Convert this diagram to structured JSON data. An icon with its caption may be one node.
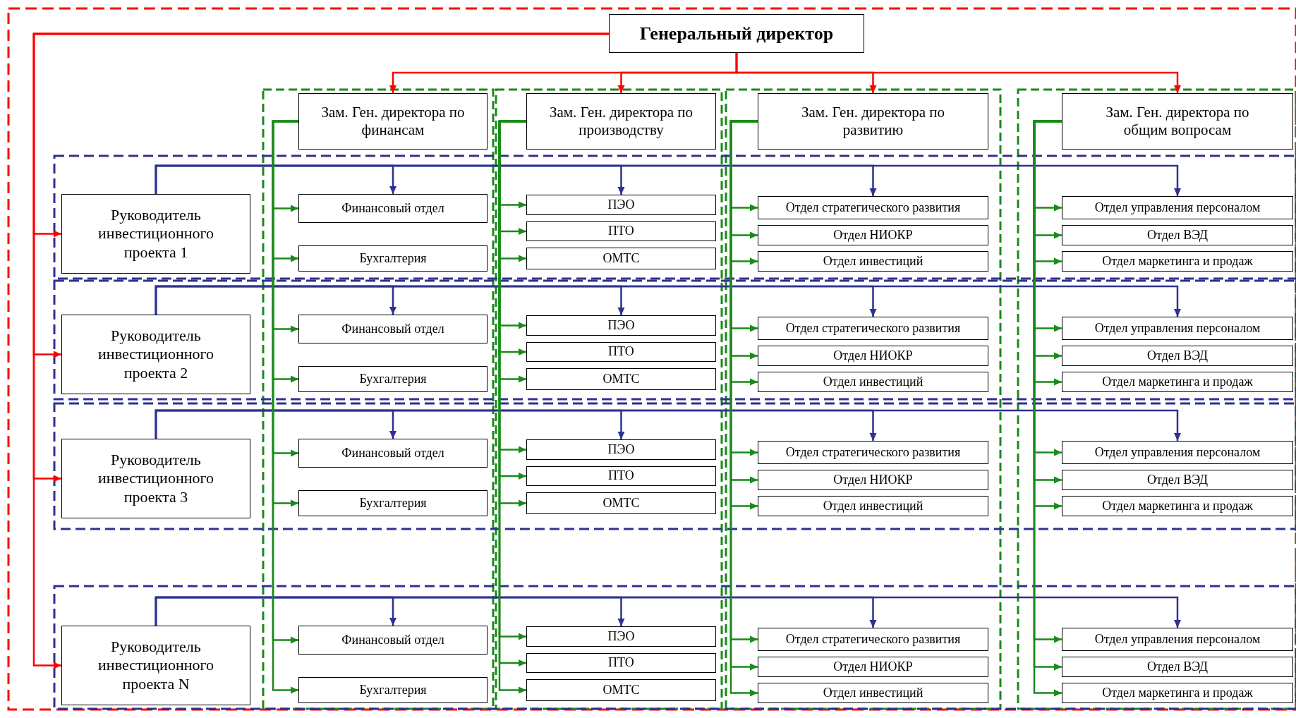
{
  "diagram": {
    "nodes": [
      {
        "text": [
          "Генеральный директор"
        ]
      },
      {
        "text": [
          "Зам. Ген. директора по финансам"
        ]
      },
      {
        "text": [
          "Зам. Ген. директора по производству"
        ]
      },
      {
        "text": [
          "Зам. Ген. директора по развитию"
        ]
      },
      {
        "text": [
          "Зам. Ген. директора по общим вопросам"
        ]
      },
      {
        "text": [
          "Руководитель инвестиционного проекта 1"
        ]
      },
      {
        "text": [
          "Финансовый отдел"
        ]
      },
      {
        "text": [
          "Бухгалтерия"
        ]
      },
      {
        "text": [
          "ПЭО"
        ]
      },
      {
        "text": [
          "ПТО"
        ]
      },
      {
        "text": [
          "ОМТС"
        ]
      },
      {
        "text": [
          "Отдел стратегического развития"
        ]
      },
      {
        "text": [
          "Отдел НИОКР"
        ]
      },
      {
        "text": [
          "Отдел инвестиций"
        ]
      },
      {
        "text": [
          "Отдел управления персоналом"
        ]
      },
      {
        "text": [
          "Отдел ВЭД"
        ]
      },
      {
        "text": [
          "Отдел маркетинга и продаж"
        ]
      },
      {
        "text": [
          "Руководитель инвестиционного проекта 2"
        ]
      },
      {
        "text": [
          "Финансовый отдел"
        ]
      },
      {
        "text": [
          "Бухгалтерия"
        ]
      },
      {
        "text": [
          "ПЭО"
        ]
      },
      {
        "text": [
          "ПТО"
        ]
      },
      {
        "text": [
          "ОМТС"
        ]
      },
      {
        "text": [
          "Отдел стратегического развития"
        ]
      },
      {
        "text": [
          "Отдел НИОКР"
        ]
      },
      {
        "text": [
          "Отдел инвестиций"
        ]
      },
      {
        "text": [
          "Отдел управления персоналом"
        ]
      },
      {
        "text": [
          "Отдел ВЭД"
        ]
      },
      {
        "text": [
          "Отдел маркетинга и продаж"
        ]
      },
      {
        "text": [
          "Руководитель инвестиционного проекта 3"
        ]
      },
      {
        "text": [
          "Финансовый отдел"
        ]
      },
      {
        "text": [
          "Бухгалтерия"
        ]
      },
      {
        "text": [
          "ПЭО"
        ]
      },
      {
        "text": [
          "ПТО"
        ]
      },
      {
        "text": [
          "ОМТС"
        ]
      },
      {
        "text": [
          "Отдел стратегического развития"
        ]
      },
      {
        "text": [
          "Отдел НИОКР"
        ]
      },
      {
        "text": [
          "Отдел инвестиций"
        ]
      },
      {
        "text": [
          "Отдел управления персоналом"
        ]
      },
      {
        "text": [
          "Отдел ВЭД"
        ]
      },
      {
        "text": [
          "Отдел маркетинга и продаж"
        ]
      },
      {
        "text": [
          "Руководитель инвестиционного проекта N"
        ]
      },
      {
        "text": [
          "Финансовый отдел"
        ]
      },
      {
        "text": [
          "Бухгалтерия"
        ]
      },
      {
        "text": [
          "ПЭО"
        ]
      },
      {
        "text": [
          "ПТО"
        ]
      },
      {
        "text": [
          "ОМТС"
        ]
      },
      {
        "text": [
          "Отдел стратегического развития"
        ]
      },
      {
        "text": [
          "Отдел НИОКР"
        ]
      },
      {
        "text": [
          "Отдел инвестиций"
        ]
      },
      {
        "text": [
          "Отдел управления персоналом"
        ]
      },
      {
        "text": [
          "Отдел ВЭД"
        ]
      },
      {
        "text": [
          "Отдел маркетинга и продаж"
        ]
      }
    ],
    "edges": [
      {
        "from": 0,
        "to": 1,
        "arrow": "to",
        "color": "#ff0000"
      },
      {
        "from": 0,
        "to": 2,
        "arrow": "to",
        "color": "#ff0000"
      },
      {
        "from": 0,
        "to": 3,
        "arrow": "to",
        "color": "#ff0000"
      },
      {
        "from": 0,
        "to": 4,
        "arrow": "to",
        "color": "#ff0000"
      },
      {
        "from": 0,
        "to": 5,
        "arrow": "to",
        "color": "#ff0000"
      },
      {
        "from": 0,
        "to": 17,
        "arrow": "to",
        "color": "#ff0000"
      },
      {
        "from": 0,
        "to": 29,
        "arrow": "to",
        "color": "#ff0000"
      },
      {
        "from": 0,
        "to": 41,
        "arrow": "to",
        "color": "#ff0000"
      },
      {
        "from": 5,
        "to": 6,
        "arrow": "to",
        "color": "#2e3192"
      },
      {
        "from": 5,
        "to": 8,
        "arrow": "to",
        "color": "#2e3192"
      },
      {
        "from": 5,
        "to": 11,
        "arrow": "to",
        "color": "#2e3192"
      },
      {
        "from": 5,
        "to": 14,
        "arrow": "to",
        "color": "#2e3192"
      },
      {
        "from": 17,
        "to": 18,
        "arrow": "to",
        "color": "#2e3192"
      },
      {
        "from": 17,
        "to": 20,
        "arrow": "to",
        "color": "#2e3192"
      },
      {
        "from": 17,
        "to": 23,
        "arrow": "to",
        "color": "#2e3192"
      },
      {
        "from": 17,
        "to": 26,
        "arrow": "to",
        "color": "#2e3192"
      },
      {
        "from": 29,
        "to": 30,
        "arrow": "to",
        "color": "#2e3192"
      },
      {
        "from": 29,
        "to": 32,
        "arrow": "to",
        "color": "#2e3192"
      },
      {
        "from": 29,
        "to": 35,
        "arrow": "to",
        "color": "#2e3192"
      },
      {
        "from": 29,
        "to": 38,
        "arrow": "to",
        "color": "#2e3192"
      },
      {
        "from": 41,
        "to": 42,
        "arrow": "to",
        "color": "#2e3192"
      },
      {
        "from": 41,
        "to": 44,
        "arrow": "to",
        "color": "#2e3192"
      },
      {
        "from": 41,
        "to": 47,
        "arrow": "to",
        "color": "#2e3192"
      },
      {
        "from": 41,
        "to": 50,
        "arrow": "to",
        "color": "#2e3192"
      },
      {
        "from": 1,
        "to": 6,
        "arrow": "to"
      },
      {
        "from": 1,
        "to": 7,
        "arrow": "to"
      },
      {
        "from": 1,
        "to": 18,
        "arrow": "to"
      },
      {
        "from": 1,
        "to": 19,
        "arrow": "to"
      },
      {
        "from": 1,
        "to": 30,
        "arrow": "to"
      },
      {
        "from": 1,
        "to": 31,
        "arrow": "to"
      },
      {
        "from": 1,
        "to": 42,
        "arrow": "to"
      },
      {
        "from": 1,
        "to": 43,
        "arrow": "to"
      },
      {
        "from": 2,
        "to": 8,
        "arrow": "to"
      },
      {
        "from": 2,
        "to": 9,
        "arrow": "to"
      },
      {
        "from": 2,
        "to": 10,
        "arrow": "to"
      },
      {
        "from": 2,
        "to": 20,
        "arrow": "to"
      },
      {
        "from": 2,
        "to": 21,
        "arrow": "to"
      },
      {
        "from": 2,
        "to": 22,
        "arrow": "to"
      },
      {
        "from": 2,
        "to": 32,
        "arrow": "to"
      },
      {
        "from": 2,
        "to": 33,
        "arrow": "to"
      },
      {
        "from": 2,
        "to": 34,
        "arrow": "to"
      },
      {
        "from": 2,
        "to": 44,
        "arrow": "to"
      },
      {
        "from": 2,
        "to": 45,
        "arrow": "to"
      },
      {
        "from": 2,
        "to": 46,
        "arrow": "to"
      },
      {
        "from": 3,
        "to": 11,
        "arrow": "to"
      },
      {
        "from": 3,
        "to": 12,
        "arrow": "to"
      },
      {
        "from": 3,
        "to": 13,
        "arrow": "to"
      },
      {
        "from": 3,
        "to": 23,
        "arrow": "to"
      },
      {
        "from": 3,
        "to": 24,
        "arrow": "to"
      },
      {
        "from": 3,
        "to": 25,
        "arrow": "to"
      },
      {
        "from": 3,
        "to": 35,
        "arrow": "to"
      },
      {
        "from": 3,
        "to": 36,
        "arrow": "to"
      },
      {
        "from": 3,
        "to": 37,
        "arrow": "to"
      },
      {
        "from": 3,
        "to": 47,
        "arrow": "to"
      },
      {
        "from": 3,
        "to": 48,
        "arrow": "to"
      },
      {
        "from": 3,
        "to": 49,
        "arrow": "to"
      },
      {
        "from": 4,
        "to": 14,
        "arrow": "to"
      },
      {
        "from": 4,
        "to": 15,
        "arrow": "to"
      },
      {
        "from": 4,
        "to": 16,
        "arrow": "to"
      },
      {
        "from": 4,
        "to": 26,
        "arrow": "to"
      },
      {
        "from": 4,
        "to": 27,
        "arrow": "to"
      },
      {
        "from": 4,
        "to": 28,
        "arrow": "to"
      },
      {
        "from": 4,
        "to": 38,
        "arrow": "to"
      },
      {
        "from": 4,
        "to": 39,
        "arrow": "to"
      },
      {
        "from": 4,
        "to": 40,
        "arrow": "to"
      },
      {
        "from": 4,
        "to": 50,
        "arrow": "to"
      },
      {
        "from": 4,
        "to": 51,
        "arrow": "to"
      },
      {
        "from": 4,
        "to": 52,
        "arrow": "to"
      }
    ]
  }
}
